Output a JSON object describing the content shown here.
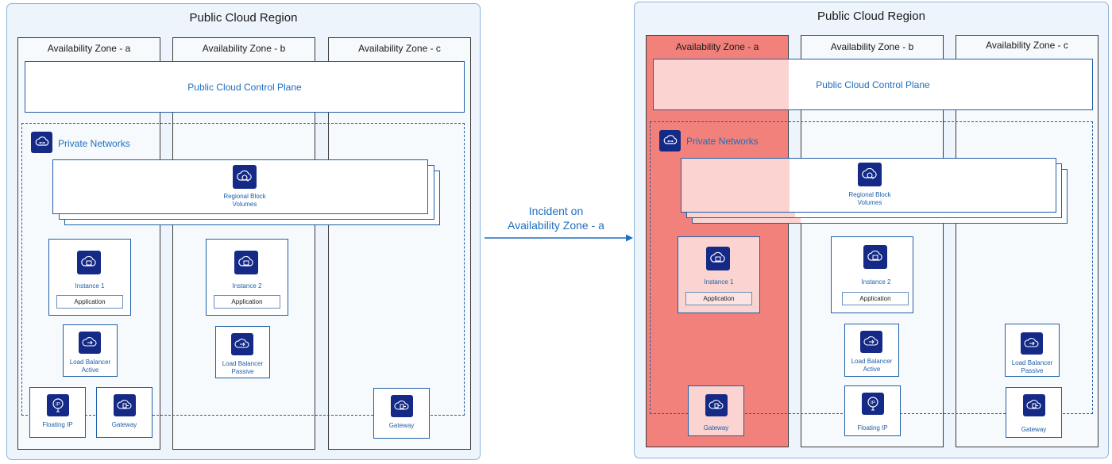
{
  "left": {
    "region_title": "Public Cloud Region",
    "zones": [
      "Availability Zone - a",
      "Availability Zone - b",
      "Availability Zone - c"
    ],
    "control_plane": "Public Cloud Control Plane",
    "private_networks": "Private Networks",
    "volumes_label": "Regional Block Volumes",
    "instance1": "Instance 1",
    "instance2": "Instance 2",
    "app1": "Application",
    "app2": "Application",
    "lb_active": "Load Balancer Active",
    "lb_passive": "Load Balancer Passive",
    "floating_ip": "Floating IP",
    "gateway_a": "Gateway",
    "gateway_c": "Gateway"
  },
  "right": {
    "region_title": "Public Cloud Region",
    "zones": [
      "Availability Zone - a",
      "Availability Zone - b",
      "Availability Zone - c"
    ],
    "control_plane": "Public Cloud Control Plane",
    "private_networks": "Private Networks",
    "volumes_label": "Regional Block Volumes",
    "instance1": "Instance 1",
    "instance2": "Instance 2",
    "app1": "Application",
    "app2": "Application",
    "lb_active": "Load Balancer Active",
    "lb_passive": "Load Balancer Passive",
    "floating_ip": "Floating IP",
    "gateway_a": "Gateway",
    "gateway_c": "Gateway"
  },
  "transition": {
    "label_line1": "Incident on",
    "label_line2": "Availability Zone - a"
  },
  "colors": {
    "failed_zone": "#f1817a",
    "failed_overlay": "#fbd3d0",
    "border_blue": "#1f5fa8",
    "text_blue": "#1f6fc0",
    "icon_bg": "#142a86"
  },
  "icons": [
    "network-icon",
    "block-volume-icon",
    "instance-icon",
    "load-balancer-icon",
    "floating-ip-icon",
    "gateway-icon"
  ]
}
